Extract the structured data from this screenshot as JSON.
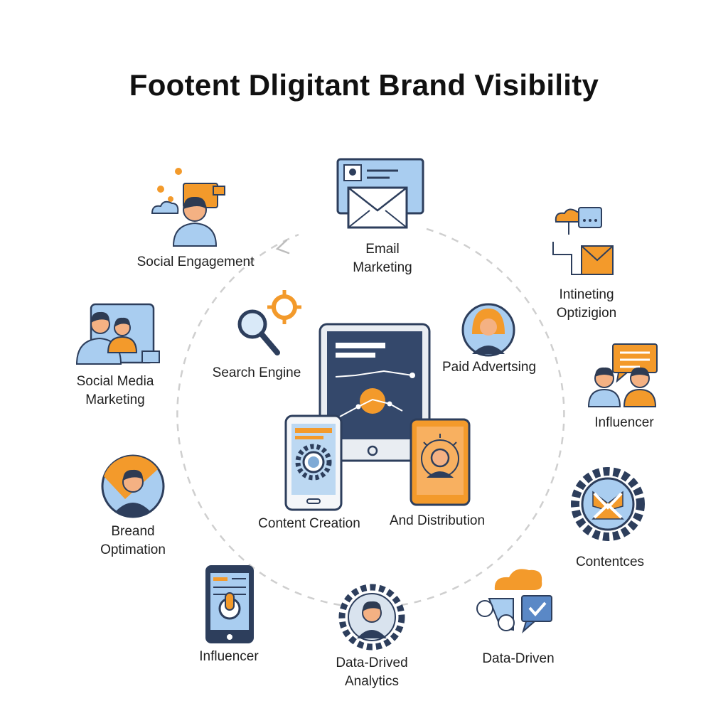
{
  "title": "Footent Dligitant Brand Visibility",
  "colors": {
    "navy": "#2d3e5c",
    "orange": "#f39a2b",
    "light_blue": "#a9cdf0",
    "skin": "#f4b183",
    "hair": "#2e3b52",
    "dash": "#cfcfcf"
  },
  "center": {
    "top": "Search Engine",
    "right": "Paid Advertsing",
    "bottom_left": "Content Creation",
    "bottom_right": "And Distribution"
  },
  "nodes": {
    "social_engagement": "Social Engagement",
    "email": [
      "Email",
      "Marketing"
    ],
    "intineting": [
      "Intineting",
      "Optizigion"
    ],
    "social_media": [
      "Social Media",
      "Marketing"
    ],
    "influencer_right": "Influencer",
    "breand": [
      "Breand",
      "Optimation"
    ],
    "contentces": "Contentces",
    "influencer_bottom": "Influencer",
    "data_drived": [
      "Data-Drived",
      "Analytics"
    ],
    "data_driven": "Data-Driven"
  }
}
